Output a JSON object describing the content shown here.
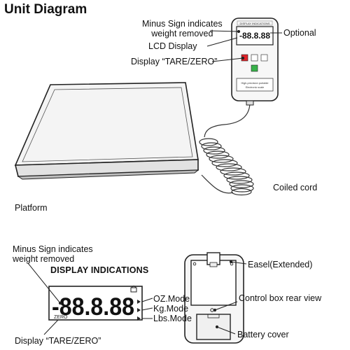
{
  "title": "Unit Diagram",
  "callouts": {
    "minus_sign_top": [
      "Minus Sign indicates",
      "weight removed"
    ],
    "lcd_display": "LCD Display",
    "tare_zero_top": "Display “TARE/ZERO”",
    "optional": "Optional",
    "coiled_cord": "Coiled cord",
    "platform": "Platform",
    "minus_sign_bottom": [
      "Minus Sign indicates",
      "weight removed"
    ],
    "tare_zero_bottom": "Display “TARE/ZERO”",
    "easel": "Easel(Extended)",
    "control_box_rear": "Control  box rear view",
    "battery_cover": "Battery cover"
  },
  "display_indications": {
    "heading": "DISPLAY INDICATIONS",
    "readout": "-88.8.88",
    "zero_label": "ZERO",
    "modes": [
      "OZ.Mode",
      "Kg.Mode",
      "Lbs.Mode"
    ]
  },
  "control_box_front": {
    "header": "DISPLAY INDICATIONS",
    "panel_text": [
      "High-precision portable",
      "Electronic scale"
    ]
  },
  "colors": {
    "red_button": "#e0242a",
    "green_button": "#38b24a",
    "line": "#222222"
  }
}
